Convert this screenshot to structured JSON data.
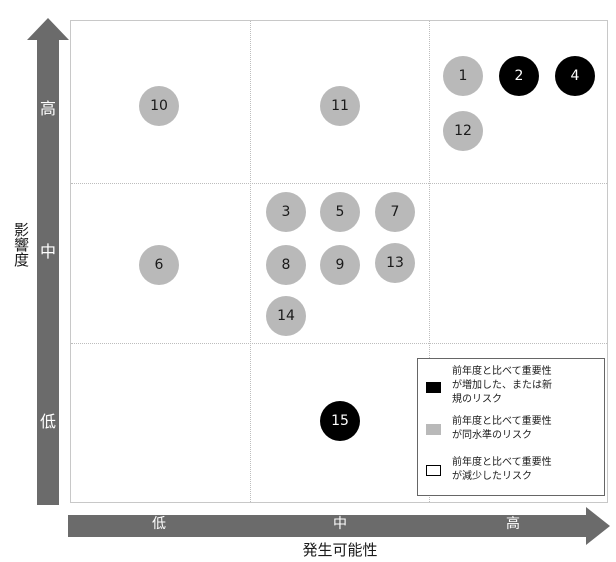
{
  "y_axis": {
    "title": "影響度",
    "levels": [
      "高",
      "中",
      "低"
    ]
  },
  "x_axis": {
    "title": "発生可能性",
    "levels": [
      "低",
      "中",
      "高"
    ]
  },
  "colors": {
    "new_risk": "#000000",
    "same_level": "#b9b9b9",
    "decreased": "#ffffff",
    "axis_arrow": "#6b6b6b"
  },
  "risks": [
    {
      "id": "1",
      "status": "same",
      "likelihood": "高",
      "impact": "高"
    },
    {
      "id": "2",
      "status": "new",
      "likelihood": "高",
      "impact": "高"
    },
    {
      "id": "4",
      "status": "new",
      "likelihood": "高",
      "impact": "高"
    },
    {
      "id": "10",
      "status": "same",
      "likelihood": "低",
      "impact": "高"
    },
    {
      "id": "11",
      "status": "same",
      "likelihood": "中",
      "impact": "高"
    },
    {
      "id": "12",
      "status": "same",
      "likelihood": "高",
      "impact": "高"
    },
    {
      "id": "3",
      "status": "same",
      "likelihood": "中",
      "impact": "中"
    },
    {
      "id": "5",
      "status": "same",
      "likelihood": "中",
      "impact": "中"
    },
    {
      "id": "7",
      "status": "same",
      "likelihood": "中",
      "impact": "中"
    },
    {
      "id": "6",
      "status": "same",
      "likelihood": "低",
      "impact": "中"
    },
    {
      "id": "8",
      "status": "same",
      "likelihood": "中",
      "impact": "中"
    },
    {
      "id": "9",
      "status": "same",
      "likelihood": "中",
      "impact": "中"
    },
    {
      "id": "13",
      "status": "same",
      "likelihood": "中",
      "impact": "中"
    },
    {
      "id": "14",
      "status": "same",
      "likelihood": "中",
      "impact": "中"
    },
    {
      "id": "15",
      "status": "new",
      "likelihood": "中",
      "impact": "低"
    }
  ],
  "legend": {
    "new": {
      "line1": "前年度と比べて重要性",
      "line2": "が増加した、または新",
      "line3": "規のリスク"
    },
    "same": {
      "line1": "前年度と比べて重要性",
      "line2": "が同水準のリスク"
    },
    "less": {
      "line1": "前年度と比べて重要性",
      "line2": "が減少したリスク"
    }
  }
}
